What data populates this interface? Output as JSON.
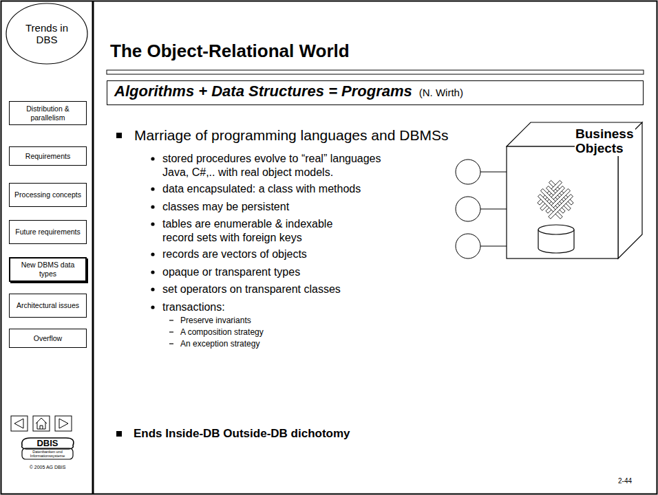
{
  "diagram": {
    "title": "The Object-Relational World",
    "nodes": [
      {
        "text": [
          "Trends in DBS"
        ]
      },
      {
        "text": [
          "Distribution & parallelism"
        ]
      },
      {
        "text": [
          "Requirements"
        ]
      },
      {
        "text": [
          "Processing concepts"
        ]
      },
      {
        "text": [
          "Future requirements"
        ]
      },
      {
        "text": [
          "New DBMS data types"
        ]
      },
      {
        "text": [
          "Architectural issues"
        ]
      },
      {
        "text": [
          "Overflow"
        ]
      },
      {
        "text": [
          "Algorithms + Data Structures = Programs",
          "(N. Wirth)"
        ]
      },
      {
        "text": [
          "Business Objects"
        ]
      }
    ],
    "labels": [
      "Marriage of programming languages and DBMSs",
      "stored procedures evolve to “real” languages Java, C#,.. with real object models.",
      "data encapsulated: a class with methods",
      "classes may be persistent",
      "tables are enumerable & indexable record sets with foreign keys",
      "records are vectors of objects",
      "opaque or transparent types",
      "set operators on transparent classes",
      "transactions:",
      "Preserve invariants",
      "A composition strategy",
      "An exception strategy",
      "Ends Inside-DB Outside-DB dichotomy",
      "2-44",
      "DBIS",
      "Datenbanken und Informationssysteme",
      "© 2005 AG DBIS"
    ]
  }
}
